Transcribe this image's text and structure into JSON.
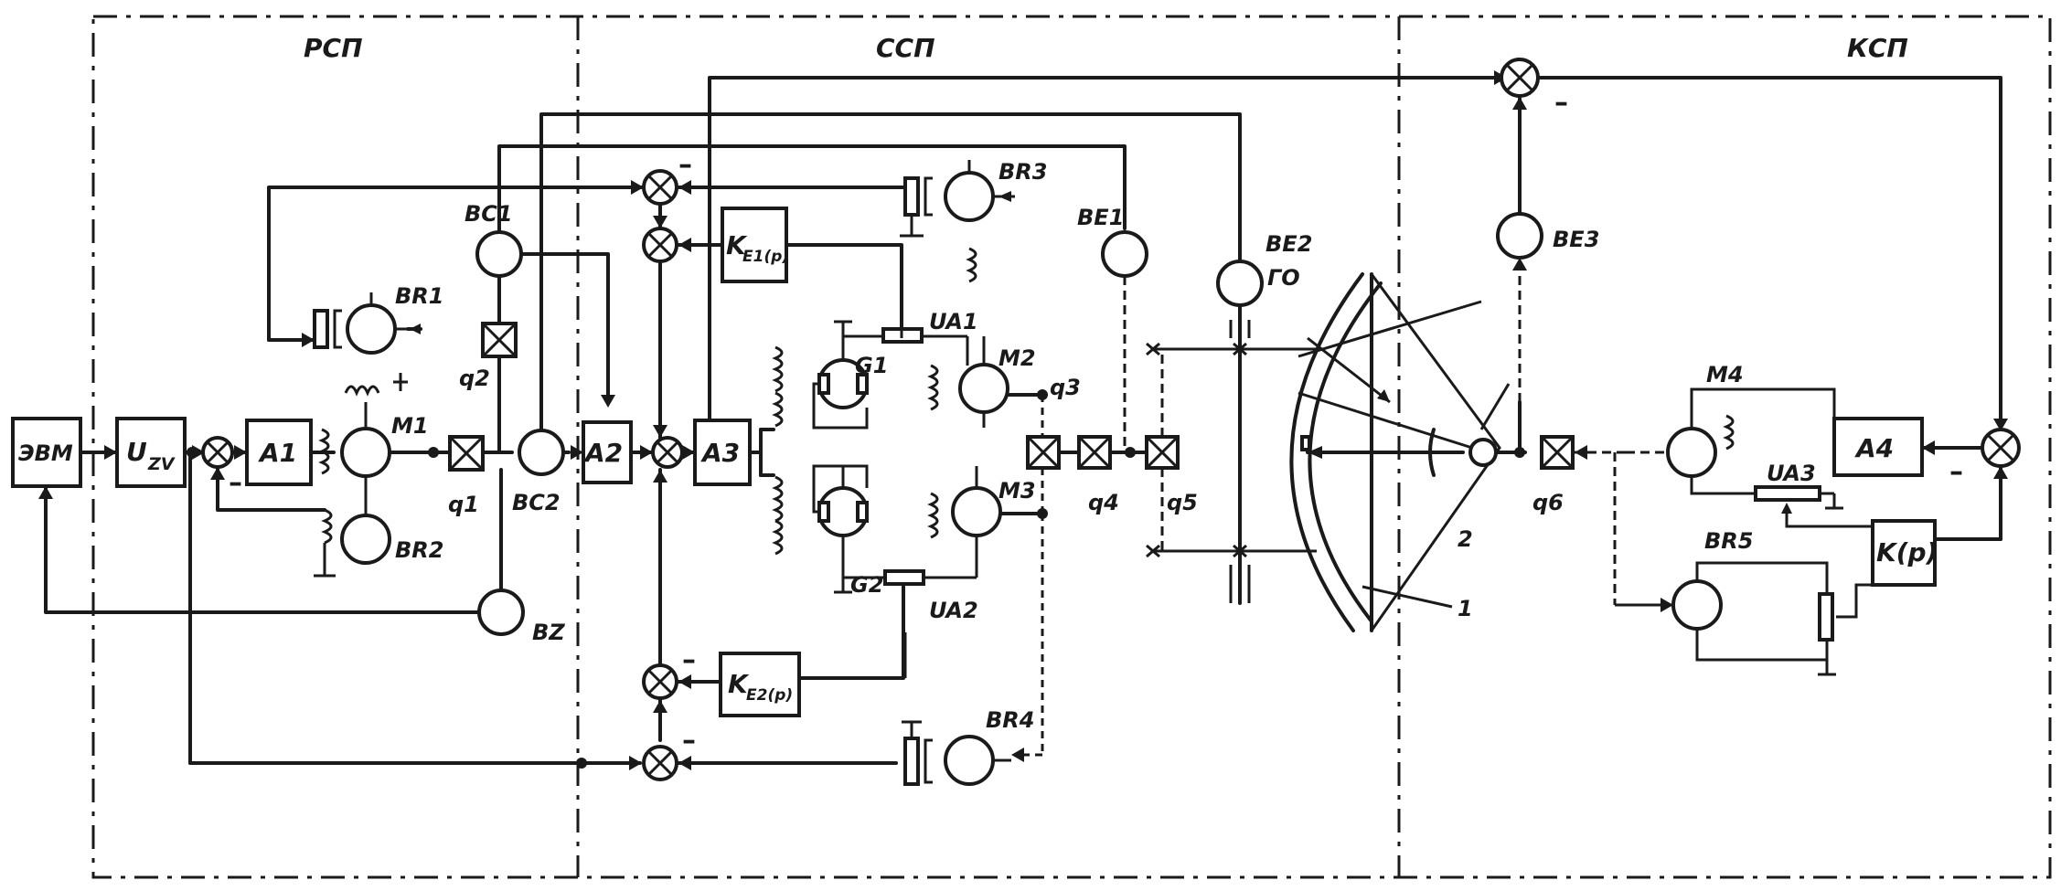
{
  "regions": {
    "rsp": "РСП",
    "ssp": "ССП",
    "ksp": "КСП"
  },
  "blocks": {
    "evm": "ЭВМ",
    "uzv_main": "U",
    "uzv_sub": "ZV",
    "a1": "A1",
    "a2": "A2",
    "a3": "A3",
    "a4": "A4",
    "ke1_main": "K",
    "ke1_sub": "E1(p)",
    "ke2_main": "K",
    "ke2_sub": "E2(p)",
    "kp": "K(p)"
  },
  "sensors": {
    "bc1": "BC1",
    "bc2": "BC2",
    "bz": "BZ",
    "be1": "BE1",
    "be2": "BE2",
    "be3": "BE3"
  },
  "machines": {
    "br1": "BR1",
    "br2": "BR2",
    "br3": "BR3",
    "br4": "BR4",
    "br5": "BR5",
    "m1": "M1",
    "m2": "M2",
    "m3": "M3",
    "m4": "M4",
    "g1": "G1",
    "g2": "G2",
    "ua1": "UA1",
    "ua2": "UA2",
    "ua3": "UA3"
  },
  "gears": {
    "q1": "q1",
    "q2": "q2",
    "q3": "q3",
    "q4": "q4",
    "q5": "q5",
    "q6": "q6"
  },
  "antenna": {
    "go": "ГО",
    "ref1": "1",
    "ref2": "2"
  },
  "signs": {
    "minus": "–"
  }
}
